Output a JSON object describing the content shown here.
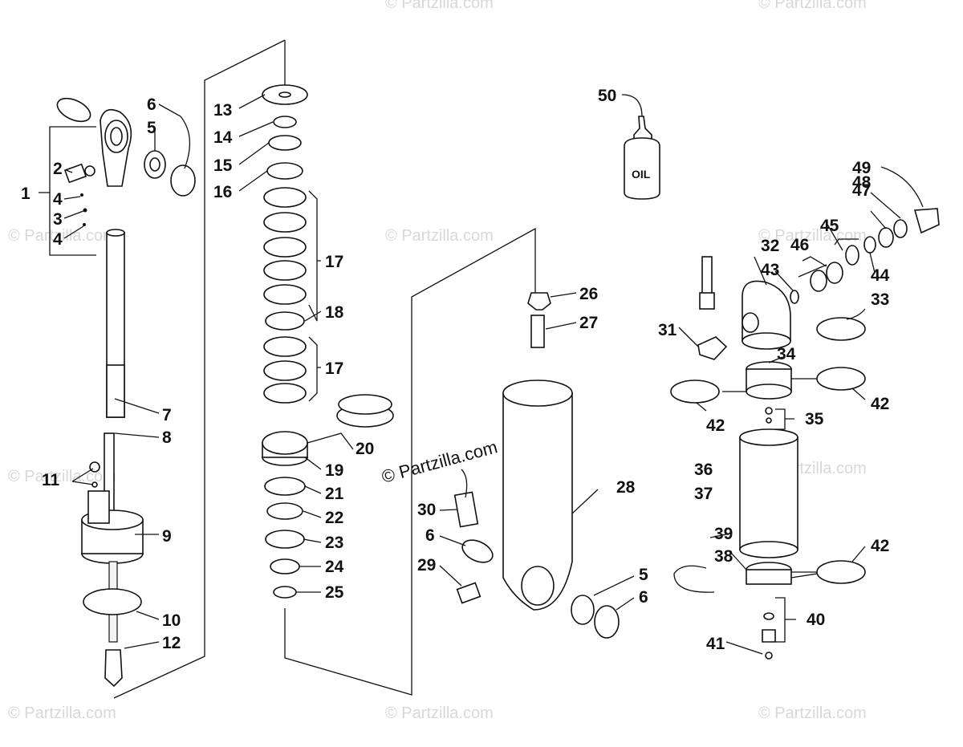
{
  "watermark": "© Partzilla.com",
  "watermark_center": "© Partzilla.com",
  "oil_bottle_label": "OIL",
  "callouts": {
    "c1": "1",
    "c2": "2",
    "c3": "3",
    "c4a": "4",
    "c4b": "4",
    "c5a": "5",
    "c5b": "5",
    "c6a": "6",
    "c6b": "6",
    "c6c": "6",
    "c7": "7",
    "c8": "8",
    "c9": "9",
    "c10": "10",
    "c11": "11",
    "c12": "12",
    "c13": "13",
    "c14": "14",
    "c15": "15",
    "c16": "16",
    "c17a": "17",
    "c17b": "17",
    "c18": "18",
    "c19": "19",
    "c20": "20",
    "c21": "21",
    "c22": "22",
    "c23": "23",
    "c24": "24",
    "c25": "25",
    "c26": "26",
    "c27": "27",
    "c28": "28",
    "c29": "29",
    "c30": "30",
    "c31": "31",
    "c32": "32",
    "c33": "33",
    "c34": "34",
    "c35": "35",
    "c36": "36",
    "c37": "37",
    "c38": "38",
    "c39": "39",
    "c40": "40",
    "c41": "41",
    "c42a": "42",
    "c42b": "42",
    "c42c": "42",
    "c43": "43",
    "c44": "44",
    "c45": "45",
    "c46": "46",
    "c47": "47",
    "c48": "48",
    "c49": "49",
    "c50": "50"
  }
}
